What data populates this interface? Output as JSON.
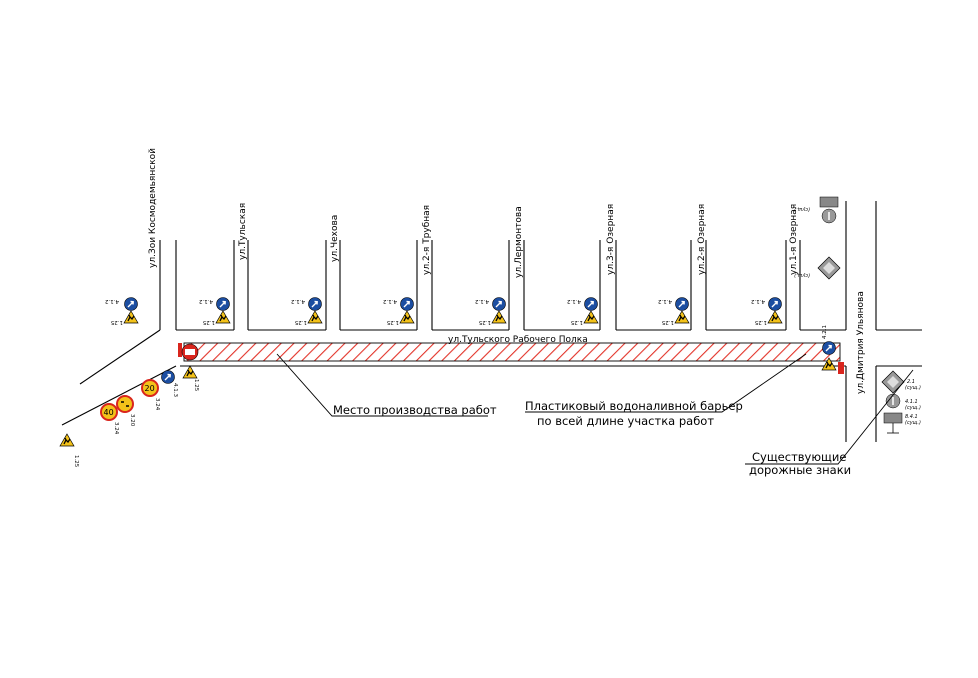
{
  "streets": {
    "main": "ул.Тульского Рабочего Полка",
    "zoya": "ул.Зои Космодемьянской",
    "tulskaya": "ул.Тульская",
    "chekhova": "ул.Чехова",
    "trubnaya": "ул.2-я Трубная",
    "lermontova": "ул.Лермонтова",
    "ozernaya3": "ул.3-я Озерная",
    "ozernaya2": "ул.2-я Озерная",
    "ozernaya1": "ул.1-я Озерная",
    "ulyanova": "ул.Дмитрия Ульянова"
  },
  "callouts": {
    "work_site": "Место производства работ",
    "barrier_line1": "Пластиковый водоналивной барьер",
    "barrier_line2": "по всей длине участка работ",
    "existing_line1": "Существующие",
    "existing_line2": "дорожные знаки"
  },
  "sign_codes": {
    "s125": "1.25",
    "s524": "3.24",
    "s520": "3.20",
    "s324": "3.24",
    "s413": "4.1.3",
    "s412": "4.1.2",
    "s425": "4.2.1",
    "s28": "2.1",
    "s411": "4.1.1",
    "s841": "8.4.1"
  },
  "sign_values": {
    "speed40": "40",
    "speed20": "20"
  },
  "existing_notes": {
    "n1": "2.1",
    "n1b": "(сущ.)",
    "n2": "4.1.1",
    "n2b": "(сущ.)",
    "n3": "8.4.1",
    "n3b": "(сущ.)",
    "top1": "(сущ.)",
    "top2": "(сущ.)"
  },
  "colors": {
    "hatch": "#e3342a",
    "sign_blue": "#1c4ea1",
    "sign_yellow": "#f3c21a",
    "sign_red": "#d9251d"
  }
}
